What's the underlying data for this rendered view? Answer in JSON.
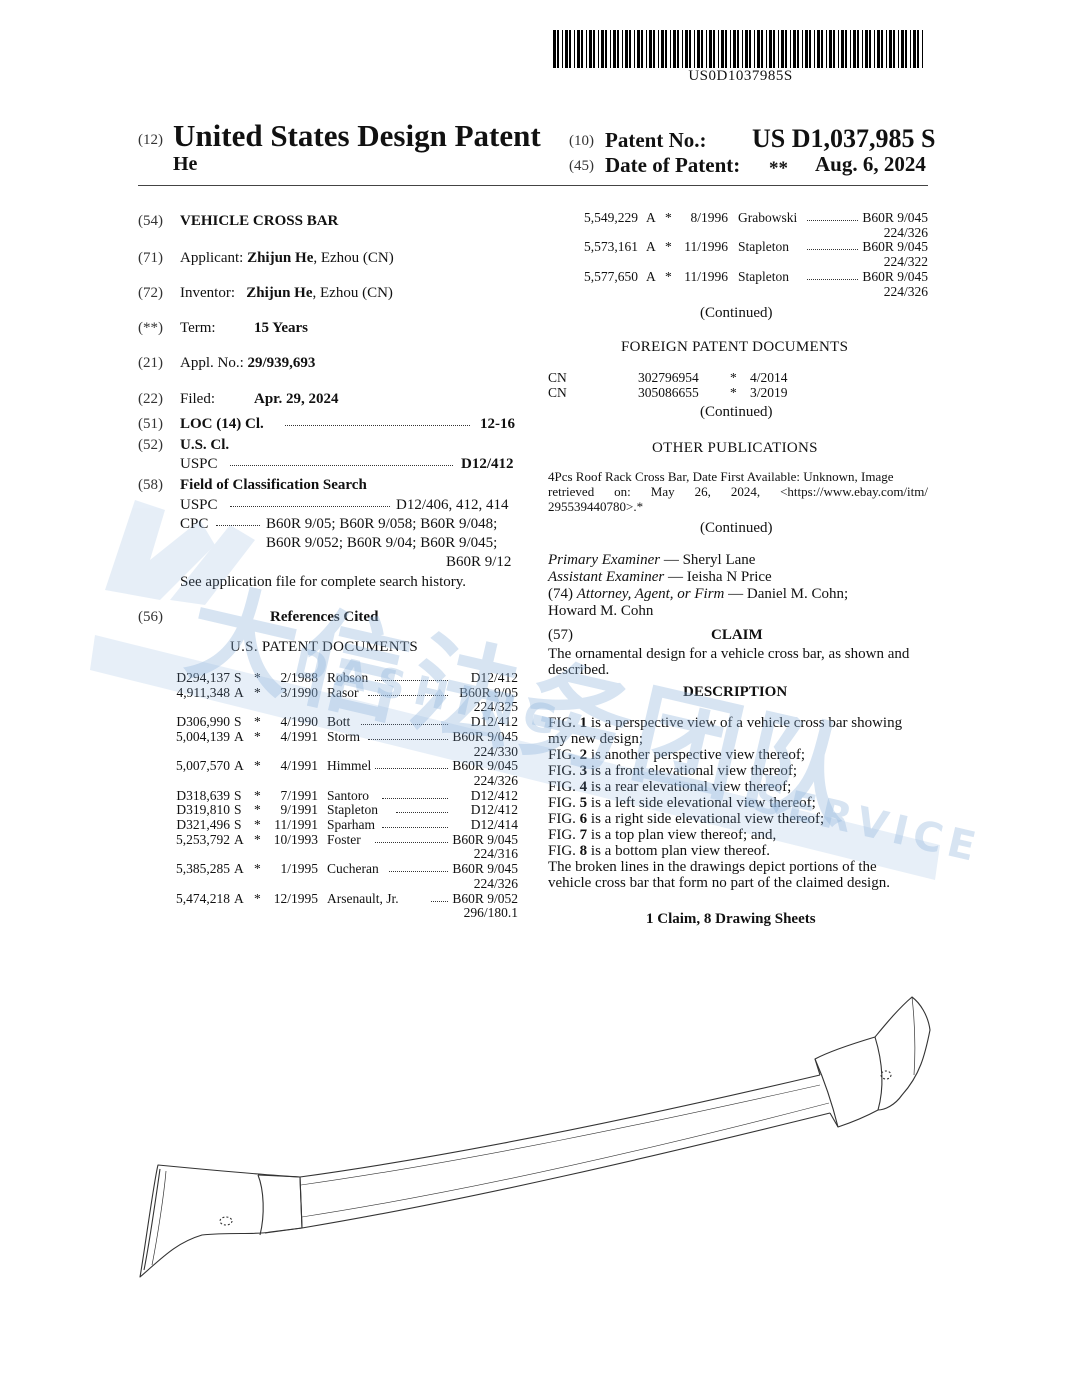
{
  "barcode": {
    "text": "US0D1037985S"
  },
  "header": {
    "code12": "(12)",
    "title": "United States Design Patent",
    "inventor_short": "He",
    "code10": "(10)",
    "patent_no_label": "Patent No.:",
    "patent_no": "US D1,037,985 S",
    "code45": "(45)",
    "date_label": "Date of Patent:",
    "date_stars": "**",
    "date": "Aug. 6, 2024"
  },
  "left": {
    "f54": {
      "code": "(54)",
      "value": "VEHICLE CROSS BAR"
    },
    "f71": {
      "code": "(71)",
      "label": "Applicant:",
      "name": "Zhijun He",
      "rest": ", Ezhou (CN)"
    },
    "f72": {
      "code": "(72)",
      "label": "Inventor:",
      "name": "Zhijun He",
      "rest": ", Ezhou (CN)"
    },
    "term": {
      "code": "(**)",
      "label": "Term:",
      "value": "15 Years"
    },
    "f21": {
      "code": "(21)",
      "label": "Appl. No.:",
      "value": "29/939,693"
    },
    "f22": {
      "code": "(22)",
      "label": "Filed:",
      "value": "Apr. 29, 2024"
    },
    "f51": {
      "code": "(51)",
      "label": "LOC (14) Cl.",
      "value": "12-16"
    },
    "f52": {
      "code": "(52)",
      "label": "U.S. Cl.",
      "sub": "USPC",
      "value": "D12/412"
    },
    "f58": {
      "code": "(58)",
      "label": "Field of Classification Search",
      "uspc_label": "USPC",
      "uspc_value": "D12/406, 412, 414",
      "cpc_label": "CPC",
      "cpc_line1": "B60R 9/05; B60R 9/058; B60R 9/048;",
      "cpc_line2": "B60R 9/052; B60R 9/04; B60R 9/045;",
      "cpc_line3": "B60R 9/12",
      "note": "See application file for complete search history."
    },
    "f56": {
      "code": "(56)",
      "label": "References Cited",
      "sub": "U.S. PATENT DOCUMENTS"
    },
    "references": [
      {
        "num": "D294,137",
        "kind": "S",
        "star": "*",
        "date": "2/1988",
        "name": "Robson",
        "cls": "D12/412",
        "sub": ""
      },
      {
        "num": "4,911,348",
        "kind": "A",
        "star": "*",
        "date": "3/1990",
        "name": "Rasor",
        "cls": "B60R 9/05",
        "sub": "224/325"
      },
      {
        "num": "D306,990",
        "kind": "S",
        "star": "*",
        "date": "4/1990",
        "name": "Bott",
        "cls": "D12/412",
        "sub": ""
      },
      {
        "num": "5,004,139",
        "kind": "A",
        "star": "*",
        "date": "4/1991",
        "name": "Storm",
        "cls": "B60R 9/045",
        "sub": "224/330"
      },
      {
        "num": "5,007,570",
        "kind": "A",
        "star": "*",
        "date": "4/1991",
        "name": "Himmel",
        "cls": "B60R 9/045",
        "sub": "224/326"
      },
      {
        "num": "D318,639",
        "kind": "S",
        "star": "*",
        "date": "7/1991",
        "name": "Santoro",
        "cls": "D12/412",
        "sub": ""
      },
      {
        "num": "D319,810",
        "kind": "S",
        "star": "*",
        "date": "9/1991",
        "name": "Stapleton",
        "cls": "D12/412",
        "sub": ""
      },
      {
        "num": "D321,496",
        "kind": "S",
        "star": "*",
        "date": "11/1991",
        "name": "Sparham",
        "cls": "D12/414",
        "sub": ""
      },
      {
        "num": "5,253,792",
        "kind": "A",
        "star": "*",
        "date": "10/1993",
        "name": "Foster",
        "cls": "B60R 9/045",
        "sub": "224/316"
      },
      {
        "num": "5,385,285",
        "kind": "A",
        "star": "*",
        "date": "1/1995",
        "name": "Cucheran",
        "cls": "B60R 9/045",
        "sub": "224/326"
      },
      {
        "num": "5,474,218",
        "kind": "A",
        "star": "*",
        "date": "12/1995",
        "name": "Arsenault, Jr.",
        "cls": "B60R 9/052",
        "sub": "296/180.1"
      }
    ]
  },
  "right": {
    "references": [
      {
        "num": "5,549,229",
        "kind": "A",
        "star": "*",
        "date": "8/1996",
        "name": "Grabowski",
        "cls": "B60R 9/045",
        "sub": "224/326"
      },
      {
        "num": "5,573,161",
        "kind": "A",
        "star": "*",
        "date": "11/1996",
        "name": "Stapleton",
        "cls": "B60R 9/045",
        "sub": "224/322"
      },
      {
        "num": "5,577,650",
        "kind": "A",
        "star": "*",
        "date": "11/1996",
        "name": "Stapleton",
        "cls": "B60R 9/045",
        "sub": "224/326"
      }
    ],
    "continued": "(Continued)",
    "foreign_heading": "FOREIGN PATENT DOCUMENTS",
    "foreign": [
      {
        "country": "CN",
        "num": "302796954",
        "star": "*",
        "date": "4/2014"
      },
      {
        "country": "CN",
        "num": "305086655",
        "star": "*",
        "date": "3/2019"
      }
    ],
    "other_heading": "OTHER PUBLICATIONS",
    "other_line1": "4Pcs Roof Rack Cross Bar, Date First Available: Unknown, Image",
    "other_line2": "retrieved on: May 26, 2024, <https://www.ebay.com/itm/",
    "other_line3": "295539440780>.*",
    "primary_label": "Primary Examiner",
    "primary_name": "Sheryl Lane",
    "assistant_label": "Assistant Examiner",
    "assistant_name": "Ieisha N Price",
    "attorney_code": "(74)",
    "attorney_label": "Attorney, Agent, or Firm",
    "attorney_line1": "Daniel M. Cohn;",
    "attorney_line2": "Howard M. Cohn",
    "claim_code": "(57)",
    "claim_heading": "CLAIM",
    "claim_line1": "The ornamental design for a vehicle cross bar, as shown and",
    "claim_line2": "described.",
    "description_heading": "DESCRIPTION",
    "description": [
      {
        "pre": "FIG. ",
        "n": "1",
        "post": " is a perspective view of a vehicle cross bar showing"
      },
      {
        "pre": "my new design;",
        "n": "",
        "post": ""
      },
      {
        "pre": "FIG. ",
        "n": "2",
        "post": " is another perspective view thereof;"
      },
      {
        "pre": "FIG. ",
        "n": "3",
        "post": " is a front elevational view thereof;"
      },
      {
        "pre": "FIG. ",
        "n": "4",
        "post": " is a rear elevational view thereof;"
      },
      {
        "pre": "FIG. ",
        "n": "5",
        "post": " is a left side elevational view thereof;"
      },
      {
        "pre": "FIG. ",
        "n": "6",
        "post": " is a right side elevational view thereof;"
      },
      {
        "pre": "FIG. ",
        "n": "7",
        "post": " is a top plan view thereof; and,"
      },
      {
        "pre": "FIG. ",
        "n": "8",
        "post": " is a bottom plan view thereof."
      },
      {
        "pre": "The broken lines in the drawings depict portions of the",
        "n": "",
        "post": ""
      },
      {
        "pre": "vehicle cross bar that form no part of the claimed design.",
        "n": "",
        "post": ""
      }
    ],
    "claims_summary": "1 Claim, 8 Drawing Sheets"
  },
  "watermark": {
    "cn": "大信法务团队",
    "en1": "DASHING",
    "en2": "SERVICE"
  }
}
